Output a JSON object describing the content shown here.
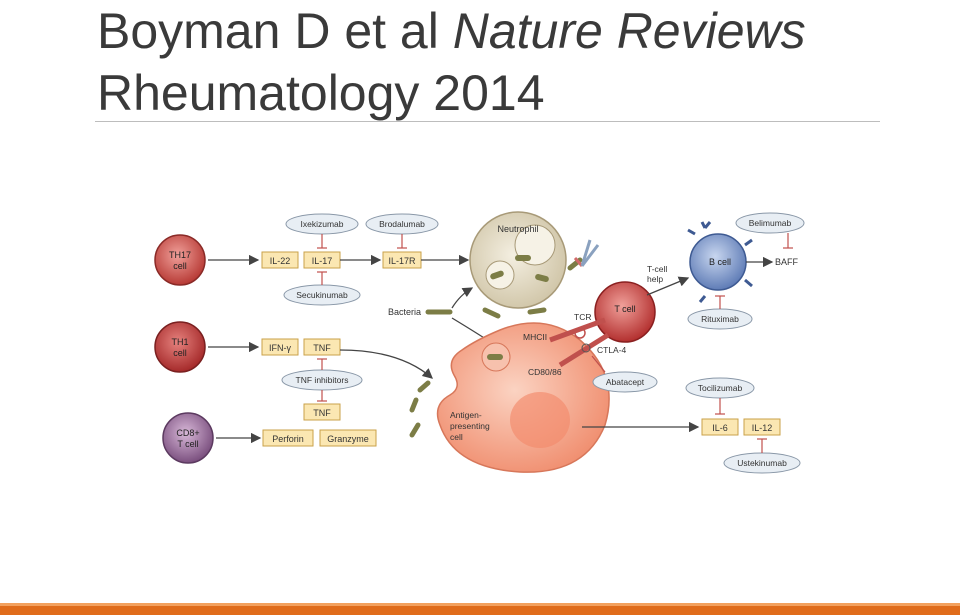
{
  "title": {
    "line1_plain": "Boyman D et al",
    "line1_italic": "Nature Reviews",
    "line2_italic": "Rheumatology 2014"
  },
  "cells": {
    "th17": {
      "top": "TH17",
      "bottom": "cell"
    },
    "th1": {
      "top": "TH1",
      "bottom": "cell"
    },
    "cd8": {
      "top": "CD8+",
      "bottom": "T cell"
    },
    "neutrophil": "Neutrophil",
    "apc": {
      "l1": "Antigen-",
      "l2": "presenting",
      "l3": "cell"
    },
    "tcell": "T cell",
    "bcell": "B cell"
  },
  "cytokines": {
    "il22": "IL-22",
    "il17": "IL-17",
    "il17r": "IL-17R",
    "ifng": "IFN-γ",
    "tnf1": "TNF",
    "tnf2": "TNF",
    "perforin": "Perforin",
    "granzyme": "Granzyme",
    "il6": "IL-6",
    "il12": "IL-12",
    "baff": "BAFF"
  },
  "drugs": {
    "ixekizumab": "Ixekizumab",
    "brodalumab": "Brodalumab",
    "secukinumab": "Secukinumab",
    "tnf_inhibitors": "TNF inhibitors",
    "belimumab": "Belimumab",
    "rituximab": "Rituximab",
    "abatacept": "Abatacept",
    "tocilizumab": "Tocilizumab",
    "ustekinumab": "Ustekinumab"
  },
  "labels": {
    "bacteria": "Bacteria",
    "tcr": "TCR",
    "mhcii": "MHCII",
    "ctla4": "CTLA-4",
    "cd80_86": "CD80/86",
    "tcell_help_1": "T-cell",
    "tcell_help_2": "help"
  },
  "colors": {
    "th17_cell": "#c8453f",
    "th1_cell": "#b53535",
    "cd8_cell": "#8a5a8c",
    "cytokine_box": "#fbe7b2",
    "drug_oval": "#e8eef4",
    "apc": "#f5a38a",
    "neutrophil": "#e2dac4",
    "bcell": "#7b95c6",
    "tcell": "#c73a3a",
    "footer": "#e06c1b"
  }
}
